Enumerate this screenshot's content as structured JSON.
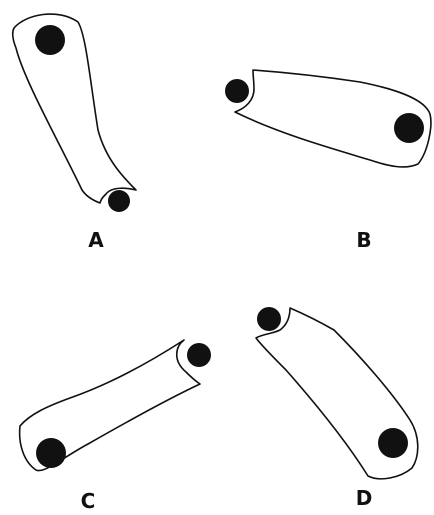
{
  "figure": {
    "line_color": "#111111",
    "background": "#ffffff",
    "panels": [
      {
        "id": "A",
        "label": "A"
      },
      {
        "id": "B",
        "label": "B"
      },
      {
        "id": "C",
        "label": "C"
      },
      {
        "id": "D",
        "label": "D"
      }
    ]
  }
}
